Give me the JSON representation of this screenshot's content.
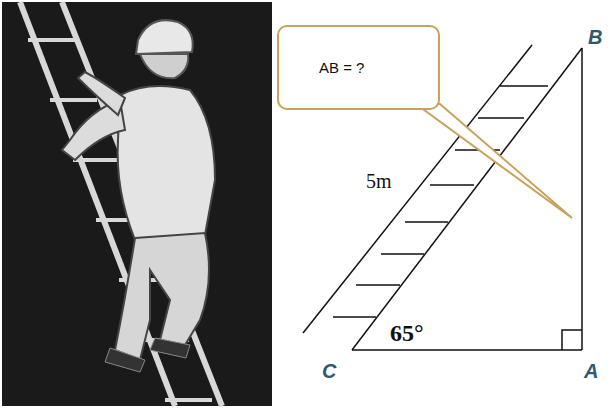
{
  "diagram": {
    "nodes": [
      {
        "text": [
          "AB = ?"
        ]
      }
    ],
    "labels": [
      "B",
      "5m",
      "65°",
      "C",
      "A"
    ]
  }
}
